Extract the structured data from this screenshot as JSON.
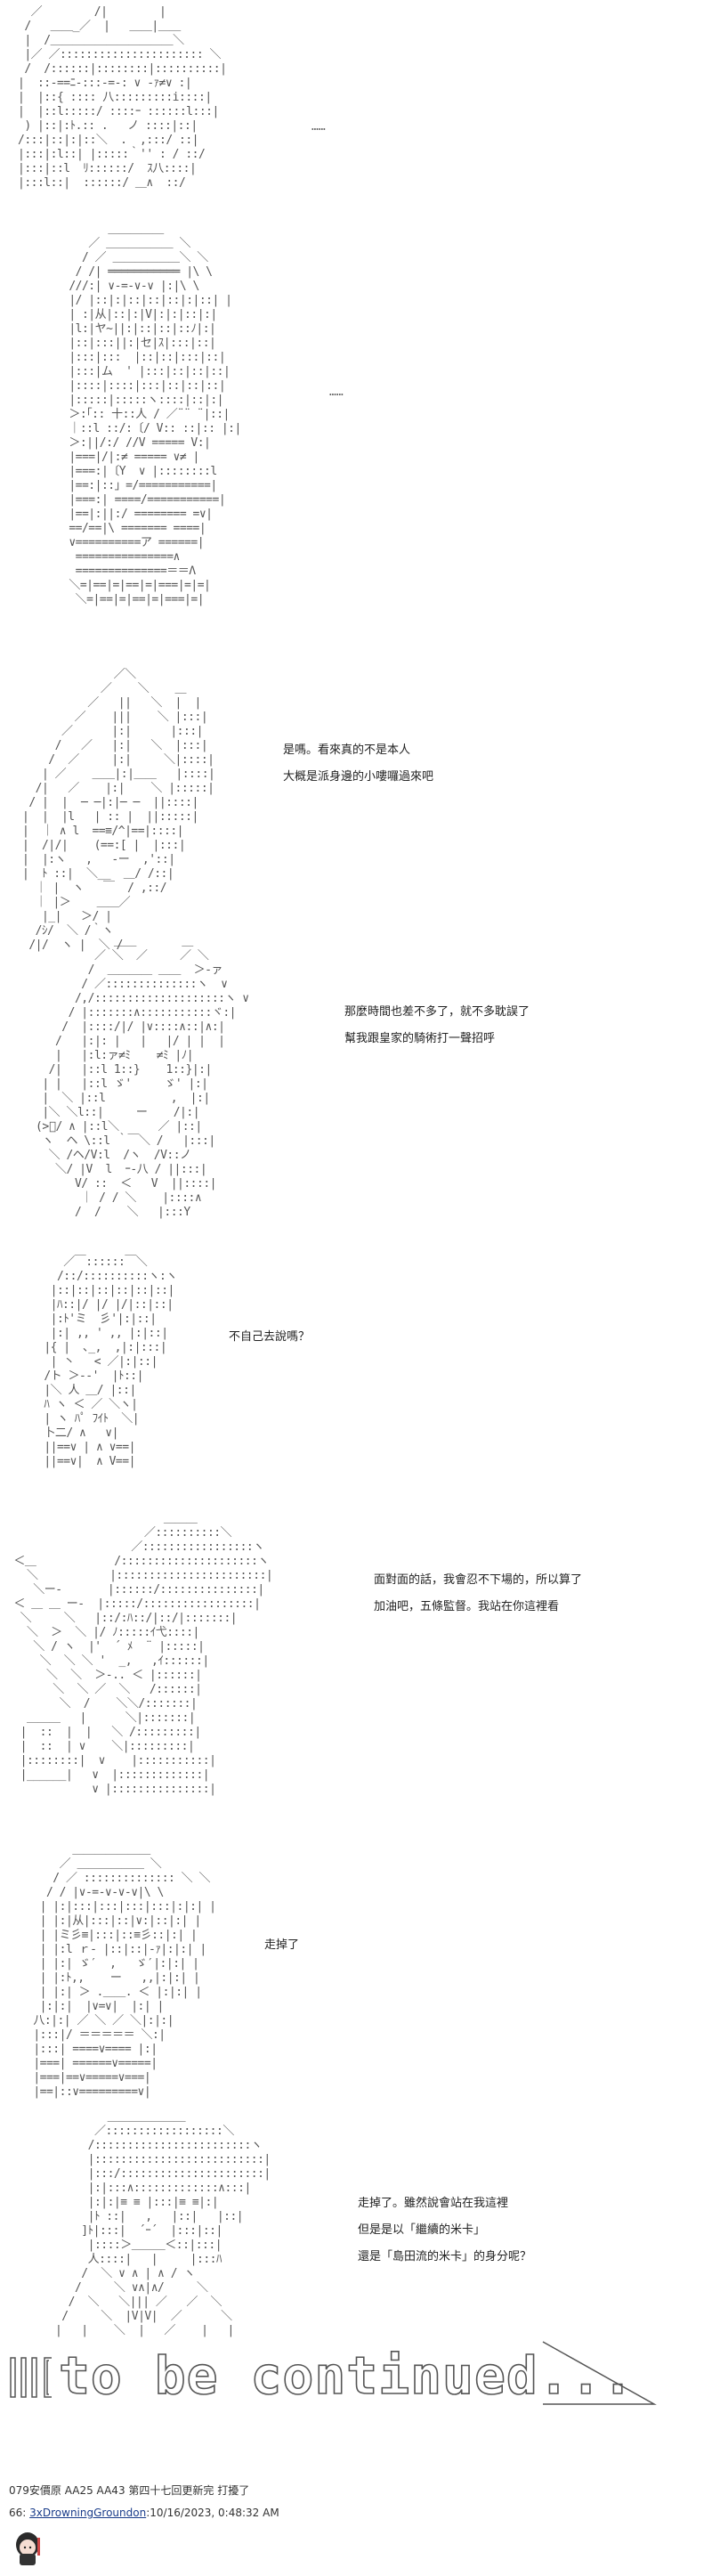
{
  "panels": [
    {
      "dots": "……",
      "lines": []
    },
    {
      "dots": "……",
      "lines": []
    },
    {
      "dots": "",
      "lines": [
        "是嗎。看來真的不是本人",
        "大概是派身邊的小嘍囉過來吧"
      ]
    },
    {
      "dots": "",
      "lines": [
        "那麼時間也差不多了，就不多耽誤了",
        "幫我跟皇家的騎術打一聲招呼"
      ]
    },
    {
      "dots": "",
      "lines": [
        "不自己去說嗎？"
      ]
    },
    {
      "dots": "",
      "lines": [
        "面對面的話，我會忍不下場的，所以算了",
        "加油吧，五條監督。我站在你這裡看"
      ]
    },
    {
      "dots": "",
      "lines": [
        "走掉了"
      ]
    },
    {
      "dots": "",
      "lines": [
        "走掉了。雖然說會站在我這裡",
        "但是是以「繼續的米卡」",
        "還是「島田流的米卡」的身分呢？"
      ]
    }
  ],
  "banner": {
    "text": "to be continued..."
  },
  "footer": {
    "post_info": "079安價原 AA25 AA43 第四十七回更新完 打擾了",
    "post_no": "66",
    "author": "3xDrowningGroundon",
    "timestamp": "10/16/2023, 0:48:32 AM"
  }
}
